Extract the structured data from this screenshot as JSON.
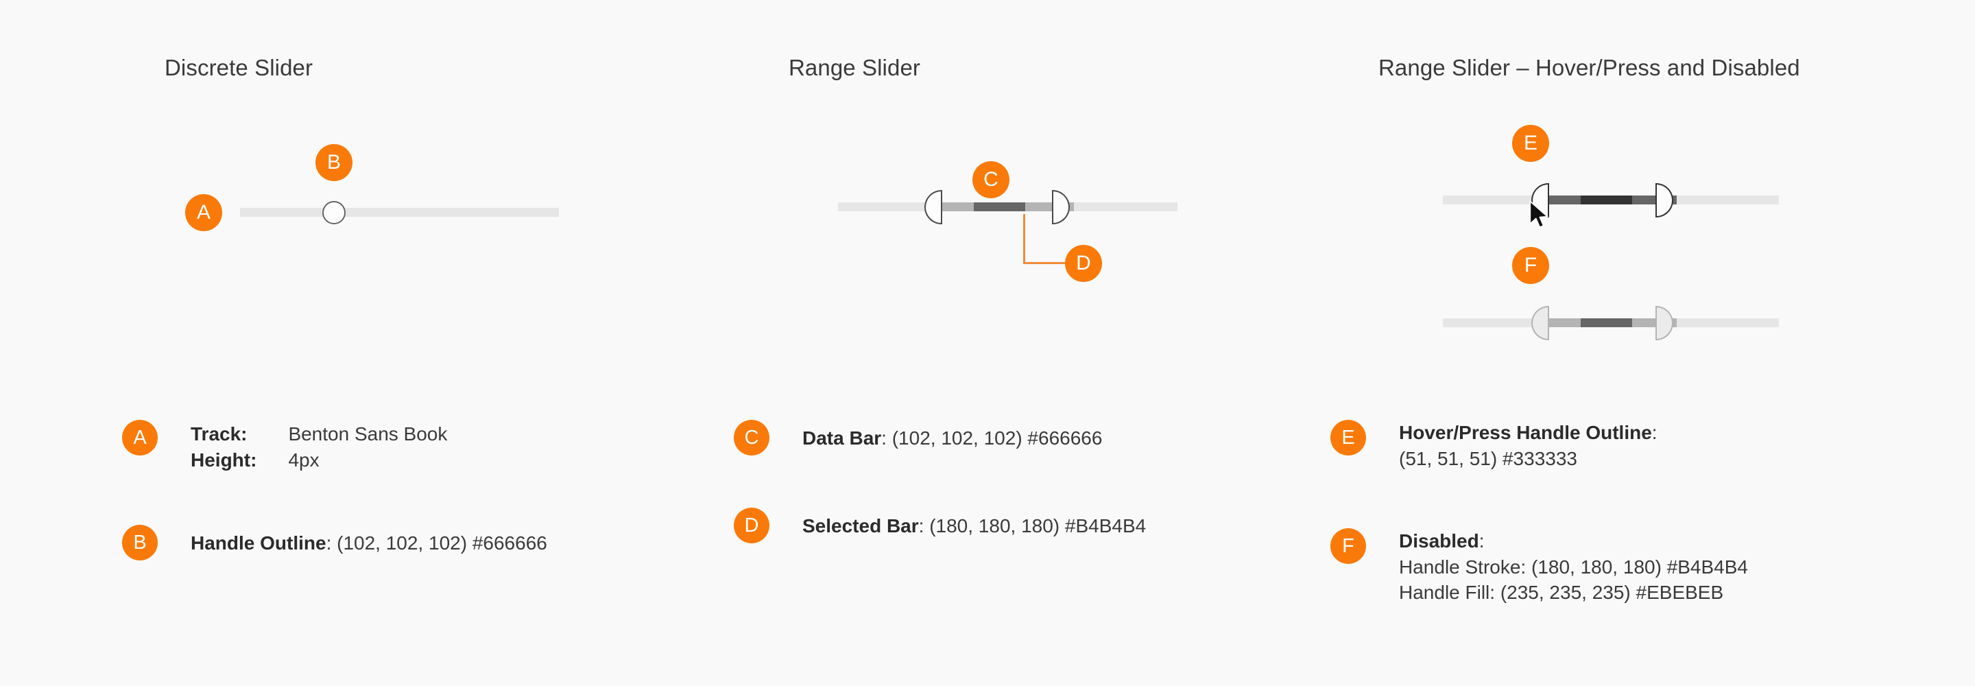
{
  "page": {
    "background": "#f9f9f9",
    "badge_color": "#f97a09",
    "leader_color": "#f08c3a"
  },
  "columns": [
    {
      "title": "Discrete Slider"
    },
    {
      "title": "Range Slider"
    },
    {
      "title": "Range Slider – Hover/Press and Disabled"
    }
  ],
  "badges": {
    "a": "A",
    "b": "B",
    "c": "C",
    "d": "D",
    "e": "E",
    "f": "F"
  },
  "legend": {
    "a": {
      "letter": "A",
      "rows": [
        {
          "key": "Track:",
          "value": "Benton Sans Book"
        },
        {
          "key": "Height:",
          "value": "4px"
        }
      ]
    },
    "b": {
      "letter": "B",
      "label": "Handle Outline",
      "value": ": (102, 102, 102) #666666"
    },
    "c": {
      "letter": "C",
      "label": "Data Bar",
      "value": ": (102, 102, 102) #666666"
    },
    "d": {
      "letter": "D",
      "label": "Selected Bar",
      "value": ": (180, 180, 180) #B4B4B4"
    },
    "e": {
      "letter": "E",
      "label": "Hover/Press Handle Outline",
      "colon": ":",
      "value": "(51, 51, 51) #333333"
    },
    "f": {
      "letter": "F",
      "label": "Disabled",
      "colon": ":",
      "line1": "Handle Stroke: (180, 180, 180) #B4B4B4",
      "line2": "Handle Fill: (235, 235, 235) #EBEBEB"
    }
  },
  "swatches": {
    "track": "#E6E6E6",
    "data_bar": "#666666",
    "selected_bar": "#B4B4B4",
    "hover_outline": "#333333",
    "disabled_stroke": "#B4B4B4",
    "disabled_fill": "#EBEBEB",
    "handle_outline": "#666666"
  }
}
